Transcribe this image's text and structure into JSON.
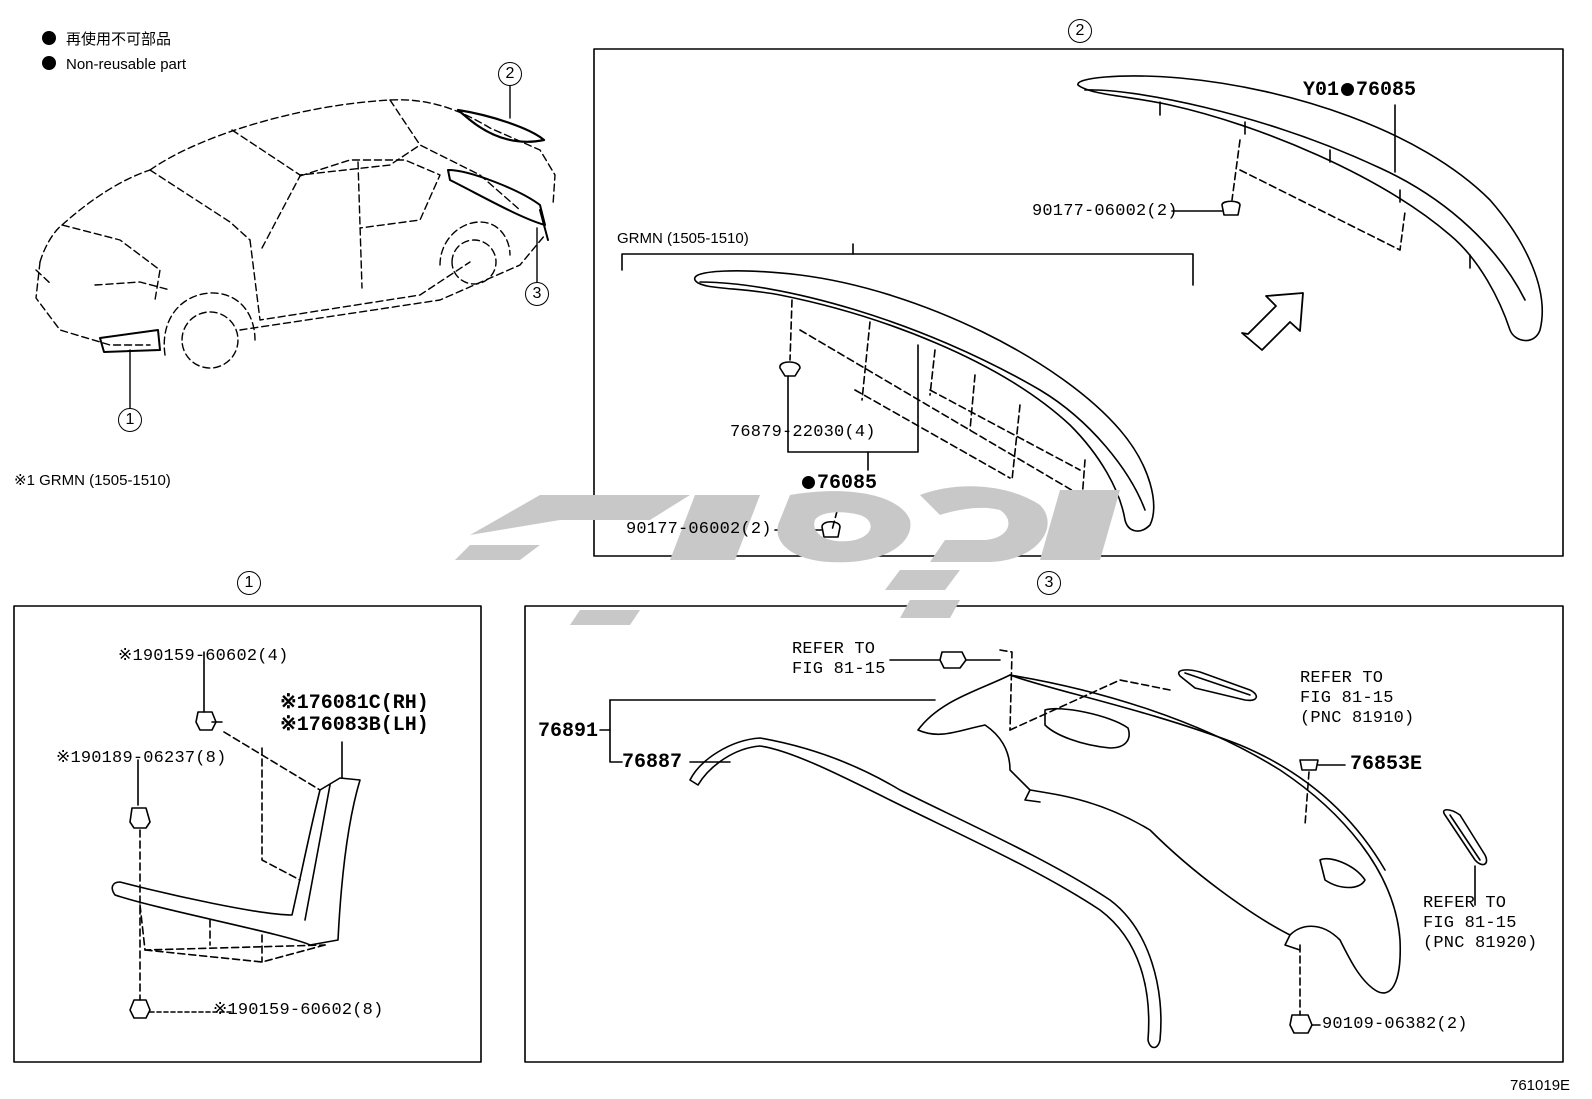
{
  "legend": {
    "jp": "再使用不可部品",
    "en": "Non-reusable part"
  },
  "note": "※1 GRMN (1505-1510)",
  "callouts": {
    "c1": "1",
    "c2": "2",
    "c3": "3"
  },
  "panel2": {
    "grmn_label": "GRMN (1505-1510)",
    "part_76085_prefix": "Y01",
    "part_76085": "76085",
    "clip_90177_top": "90177-06002(2)",
    "clip_76879": "76879-22030(4)",
    "part_76085_grmn": "76085",
    "clip_90177_bottom": "90177-06002(2)"
  },
  "panel1": {
    "bolt_top": "※190159-60602(4)",
    "part_rh": "※176081C(RH)",
    "part_lh": "※176083B(LH)",
    "clip_90189": "※190189-06237(8)",
    "bolt_bottom": "※190159-60602(8)"
  },
  "panel3": {
    "refer_a_1": "REFER TO",
    "refer_a_2": "FIG 81-15",
    "part_76891": "76891",
    "part_76887": "76887",
    "refer_b_1": "REFER TO",
    "refer_b_2": "FIG 81-15",
    "refer_b_3": "(PNC 81910)",
    "part_76853E": "76853E",
    "refer_c_1": "REFER TO",
    "refer_c_2": "FIG 81-15",
    "refer_c_3": "(PNC 81920)",
    "bolt_90109": "90109-06382(2)"
  },
  "figure_code": "761019E",
  "colors": {
    "line": "#000000",
    "watermark": "#c8c8c8",
    "background": "#ffffff"
  }
}
